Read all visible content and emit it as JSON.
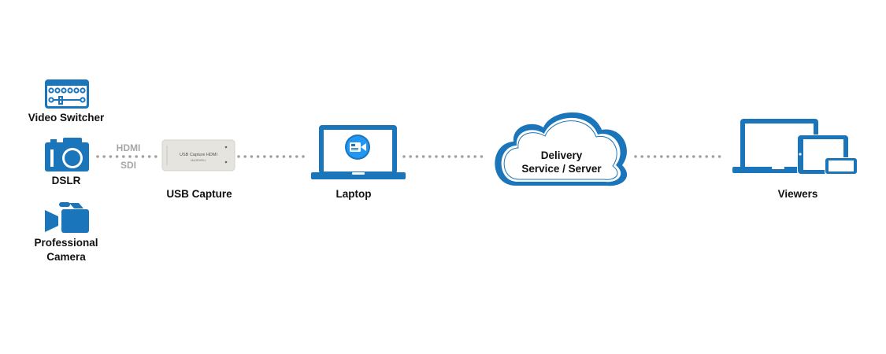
{
  "colors": {
    "accent": "#1b75bb",
    "connector": "#a0a0a0",
    "label": "#111111",
    "signal": "#a6a6a6"
  },
  "sources": [
    {
      "label": "Video Switcher",
      "icon": "video-switcher-icon"
    },
    {
      "label": "DSLR",
      "icon": "camera-icon"
    },
    {
      "label": "Professional Camera",
      "line1": "Professional",
      "line2": "Camera",
      "icon": "video-camera-icon"
    }
  ],
  "signals": {
    "top": "HDMI",
    "bottom": "SDI"
  },
  "capture": {
    "label": "USB Capture",
    "device_text": "USB Capture HDMI",
    "brand": "MAGEWELL"
  },
  "laptop": {
    "label": "Laptop",
    "icon": "laptop-icon"
  },
  "cloud": {
    "line1": "Delivery",
    "line2": "Service / Server",
    "icon": "cloud-icon"
  },
  "viewers": {
    "label": "Viewers",
    "icon": "devices-icon"
  }
}
